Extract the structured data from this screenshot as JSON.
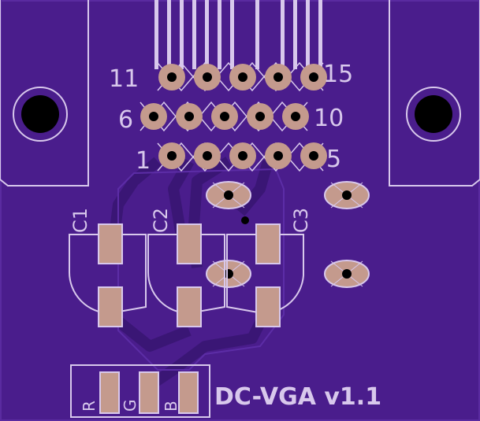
{
  "board": {
    "title": "DC-VGA v1.1",
    "colors": {
      "board": "#4a1d8c",
      "trace": "#3a1675",
      "silk": "#d8c8ec",
      "copper": "#c49a8d",
      "hole": "#000000"
    }
  },
  "connector": {
    "pin_labels": {
      "row1_left": "11",
      "row1_right": "15",
      "row2_left": "6",
      "row2_right": "10",
      "row3_left": "1",
      "row3_right": "5"
    }
  },
  "capacitors": [
    {
      "label": "C1"
    },
    {
      "label": "C2"
    },
    {
      "label": "C3"
    }
  ],
  "header": {
    "pins": [
      {
        "label": "R"
      },
      {
        "label": "G"
      },
      {
        "label": "B"
      }
    ]
  }
}
